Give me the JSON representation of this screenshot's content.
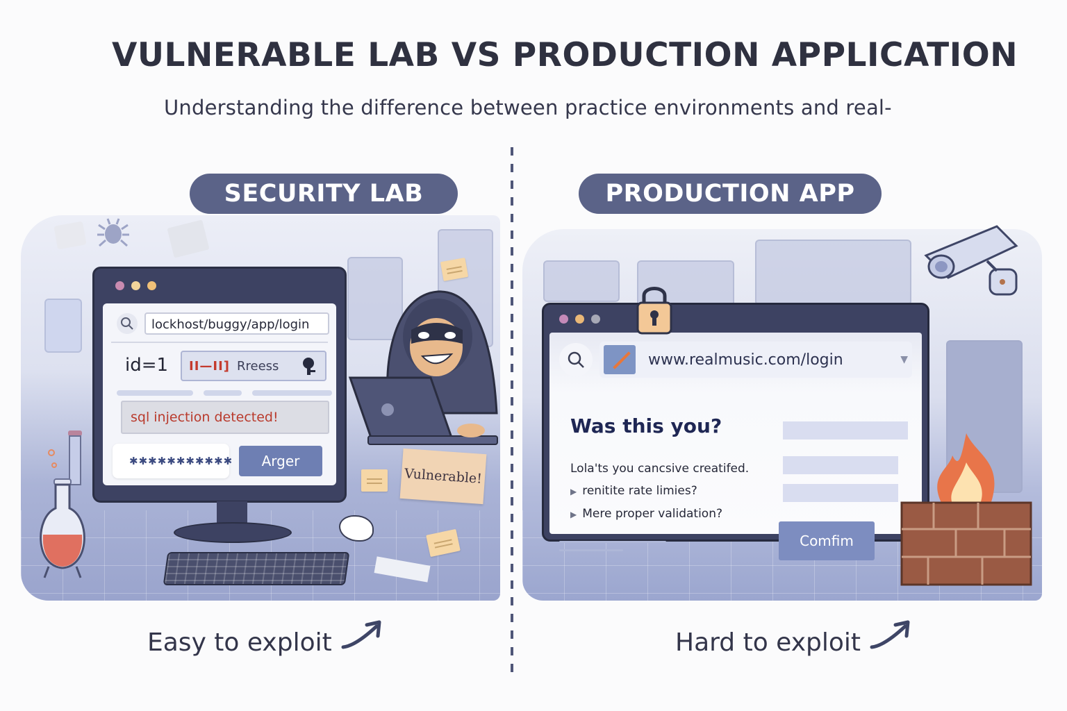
{
  "header": {
    "title": "VULNERABLE LAB VS PRODUCTION APPLICATION",
    "subtitle": "Understanding the difference between practice environments and real-"
  },
  "colors": {
    "pill_bg": "#5b6388",
    "text_dark": "#2f3140",
    "alert_red": "#c43a2d",
    "button_blue": "#6e7fb3",
    "confirm_blue": "#7d8dc0"
  },
  "lab": {
    "label": "SECURITY LAB",
    "browser": {
      "window_dots": [
        "#c98bb0",
        "#f3d49a",
        "#f0c078"
      ],
      "url": "lockhost/buggy/app/login",
      "id_param": "id=1",
      "inject_glyphs": "II—II]",
      "inject_label": "Rreess",
      "alert": "sql injection detected!",
      "password_mask": "✱✱✱✱✱✱✱✱✱✱✱",
      "submit_label": "Arger"
    },
    "sign": "Vulnerable!",
    "icons": [
      "bug-icon",
      "hacker-icon",
      "laptop-icon",
      "flask-icon",
      "keyboard-icon",
      "sticky-note-icon"
    ],
    "caption": "Easy to exploit"
  },
  "production": {
    "label": "PRODUCTION APP",
    "browser": {
      "window_dots": [
        "#c48ab8",
        "#eab877",
        "#a7a9b6"
      ],
      "url": "www.realmusic.com/login",
      "heading": "Was this you?",
      "lines": [
        "Lola'ts you cancsive creatifed.",
        "renitite rate limies?",
        "Mere proper validation?"
      ],
      "confirm_label": "Comfim"
    },
    "icons": [
      "padlock-icon",
      "security-camera-icon",
      "firewall-icon",
      "fire-icon"
    ],
    "caption": "Hard to exploit"
  }
}
